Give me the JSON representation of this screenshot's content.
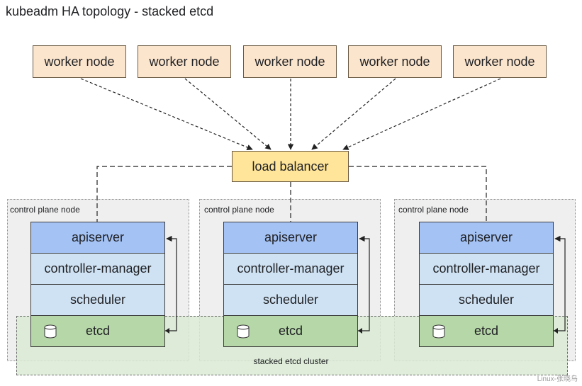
{
  "title": "kubeadm HA topology - stacked etcd",
  "workers": [
    "worker node",
    "worker node",
    "worker node",
    "worker node",
    "worker node"
  ],
  "load_balancer": "load balancer",
  "control_plane_nodes": [
    {
      "label": "control plane node",
      "components": [
        "apiserver",
        "controller-manager",
        "scheduler",
        "etcd"
      ]
    },
    {
      "label": "control plane node",
      "components": [
        "apiserver",
        "controller-manager",
        "scheduler",
        "etcd"
      ]
    },
    {
      "label": "control plane node",
      "components": [
        "apiserver",
        "controller-manager",
        "scheduler",
        "etcd"
      ]
    }
  ],
  "cluster_label": "stacked etcd cluster",
  "watermark": "Linux-张晓鸟",
  "colors": {
    "worker": "#fce5cd",
    "load_balancer": "#ffe599",
    "apiserver": "#a4c2f4",
    "controller": "#cfe2f3",
    "etcd": "#b6d7a8",
    "cluster_bg": "#d9ead3",
    "node_bg": "#efefef"
  }
}
